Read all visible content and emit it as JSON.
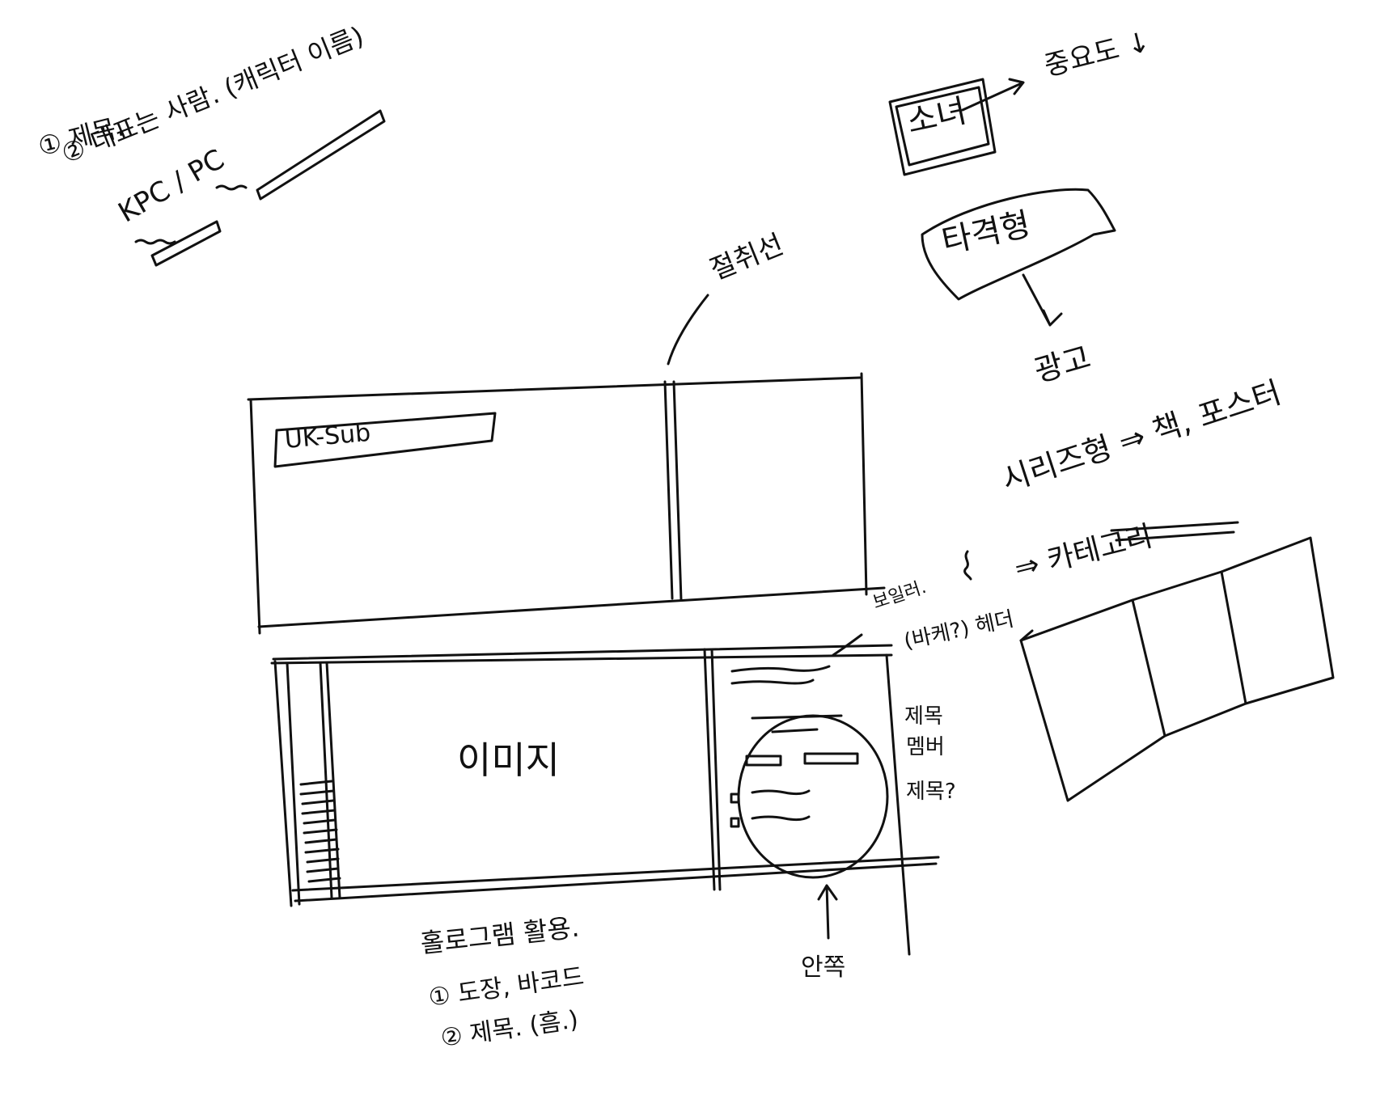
{
  "notes": {
    "line1": "① 제목.",
    "line2": "② 대표는 사람. (캐릭터 이름)",
    "kpc_pc": "KPC / PC",
    "card_label": "UK-Sub",
    "connector_label": "절취선",
    "strip_label": "(바케?) 헤더",
    "strip_prefix": "보일러.",
    "image_label": "이미지",
    "side_label_title": "제목",
    "side_label_member": "멤버",
    "side_label_extra": "제목?",
    "hologram_title": "홀로그램 활용.",
    "hologram_item1": "① 도장, 바코드",
    "hologram_item2": "② 제목. (흠.)",
    "bottom_arrow_label": "안쪽",
    "top_box_label": "소녀",
    "top_arrow_label": "중요도 ↓",
    "bubble_label": "타격형",
    "bubble_arrow_label": "광고",
    "series_label": "시리즈형 ⇒ 책, 포스터",
    "series_sub": "⇒ 카테고리"
  }
}
